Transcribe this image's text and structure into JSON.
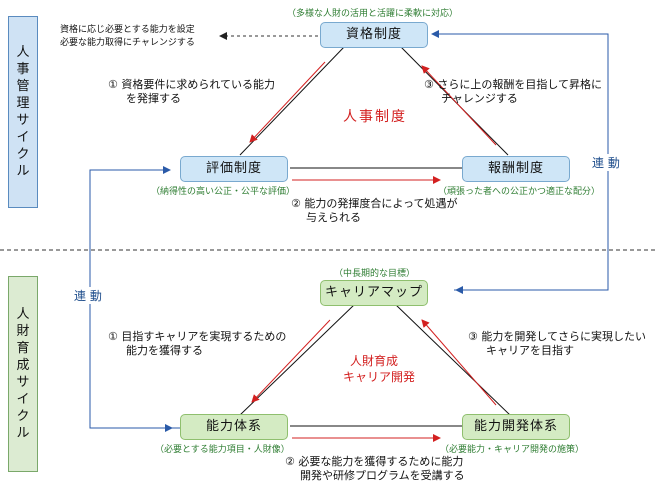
{
  "sides": {
    "top": [
      "人",
      "事",
      "管",
      "理",
      "サ",
      "イ",
      "ク",
      "ル"
    ],
    "bottom": [
      "人",
      "財",
      "育",
      "成",
      "サ",
      "イ",
      "ク",
      "ル"
    ]
  },
  "top_cycle": {
    "header_note": "（多様な人財の活用と活躍に柔軟に対応）",
    "side_note_line1": "資格に応じ必要とする能力を設定",
    "side_note_line2": "必要な能力取得にチャレンジする",
    "qualification": "資格制度",
    "evaluation": "評価制度",
    "reward": "報酬制度",
    "evaluation_note": "（納得性の高い公正・公平な評価）",
    "reward_note": "（頑張った者への公正かつ適正な配分）",
    "center_label": "人事制度",
    "step1_line1": "① 資格要件に求められている能力",
    "step1_line2": "を発揮する",
    "step2_line1": "② 能力の発揮度合によって処遇が",
    "step2_line2": "与えられる",
    "step3_line1": "③ さらに上の報酬を目指して昇格に",
    "step3_line2": "チャレンジする",
    "link_label": "連 動"
  },
  "bottom_cycle": {
    "header_note": "（中長期的な目標）",
    "career_map": "キャリアマップ",
    "ability": "能力体系",
    "development": "能力開発体系",
    "ability_note": "（必要とする能力項目・人財像）",
    "development_note": "（必要能力・キャリア開発の施策）",
    "center_line1": "人財育成",
    "center_line2": "キャリア開発",
    "step1_line1": "① 目指すキャリアを実現するための",
    "step1_line2": "能力を獲得する",
    "step2_line1": "② 必要な能力を獲得するために能力",
    "step2_line2": "開発や研修プログラムを受講する",
    "step3_line1": "③ 能力を開発してさらに実現したい",
    "step3_line2": "キャリアを目指す",
    "link_label": "連 動"
  },
  "colors": {
    "red_arrow": "#d32020",
    "blue_arrow": "#2a5aa8",
    "black_line": "#111111"
  }
}
